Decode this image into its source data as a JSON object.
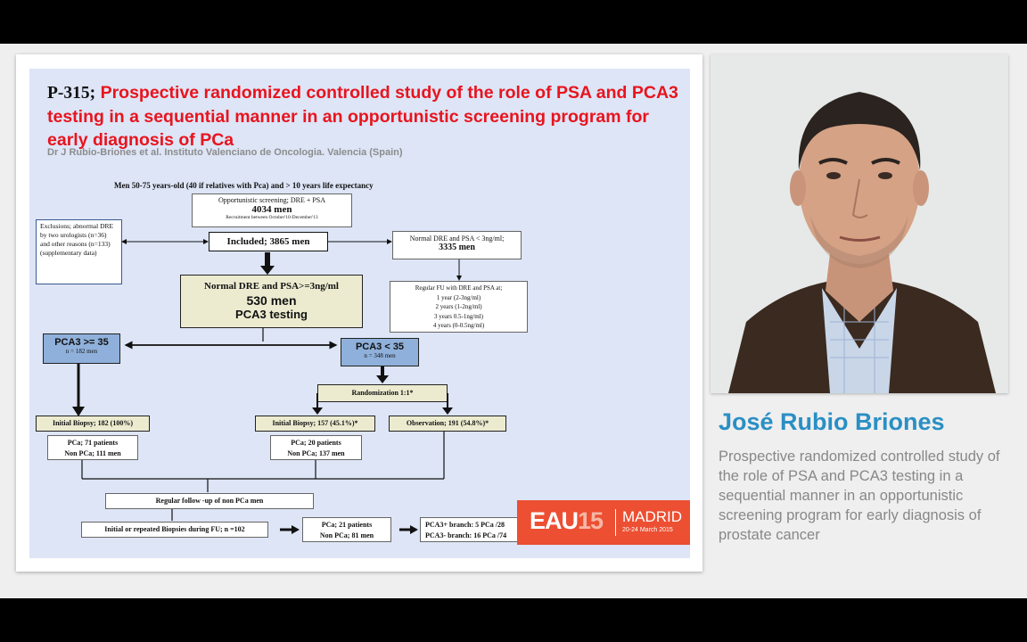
{
  "slide": {
    "title_code": "P-315;",
    "title_text": "Prospective randomized controlled study of the role of PSA and PCA3 testing in a sequential manner in an opportunistic screening program for early diagnosis of PCa",
    "authors": "Dr J Rubio-Briones et al. Instituto Valenciano de Oncologia. Valencia (Spain)"
  },
  "flowchart": {
    "header": "Men 50-75 years-old (40 if relatives with Pca) and > 10 years life expectancy",
    "screening_label": "Opportunistic screening; DRE + PSA",
    "screening_count": "4034 men",
    "screening_recruitment": "Recruitment between October'10-December'13",
    "exclusions": "Exclusions; abnormal DRE by two urologists (n=36) and other reasons (n=133) (supplementary data)",
    "included": "Included; 3865 men",
    "normal_low_label": "Normal DRE and PSA < 3ng/ml;",
    "normal_low_count": "3335 men",
    "regular_fu": [
      "Regular FU with DRE and PSA at;",
      "1 year (2-3ng/ml)",
      "2 years (1-2ng/ml)",
      "3 years 0.5-1ng/ml)",
      "4 years (0-0.5ng/ml)"
    ],
    "normal_high_label": "Normal DRE and PSA>=3ng/ml",
    "normal_high_count": "530 men",
    "normal_high_test": "PCA3 testing",
    "pca3_high_label": "PCA3 >= 35",
    "pca3_high_n": "n = 182 men",
    "pca3_low_label": "PCA3 < 35",
    "pca3_low_n": "n = 348 men",
    "randomization": "Randomization 1:1*",
    "initial_biopsy_1": "Initial Biopsy; 182 (100%)",
    "initial_biopsy_2": "Initial Biopsy; 157 (45.1%)*",
    "observation": "Observation; 191 (54.8%)*",
    "pca_left_1": "PCa; 71 patients",
    "pca_left_2": "Non  PCa; 111 men",
    "pca_mid_1": "PCa; 20 patients",
    "pca_mid_2": "Non  PCa; 137 men",
    "regular_followup": "Regular  follow -up of non PCa men",
    "repeated_biopsies": "Initial or repeated Biopsies during FU; n =102",
    "pca_bottom_1": "PCa; 21 patients",
    "pca_bottom_2": "Non  PCa; 81 men",
    "branch_1": "PCA3+ branch: 5 PCa /28",
    "branch_2": "PCA3- branch: 16 PCa /74"
  },
  "logo": {
    "eau": "EAU",
    "year": "15",
    "city": "MADRID",
    "dates": "20-24 March 2015"
  },
  "speaker": {
    "name": "José Rubio Briones",
    "description": "Prospective randomized controlled study of the role of PSA and PCA3 testing in a sequential manner in an opportunistic screening program for early diagnosis of prostate cancer"
  }
}
